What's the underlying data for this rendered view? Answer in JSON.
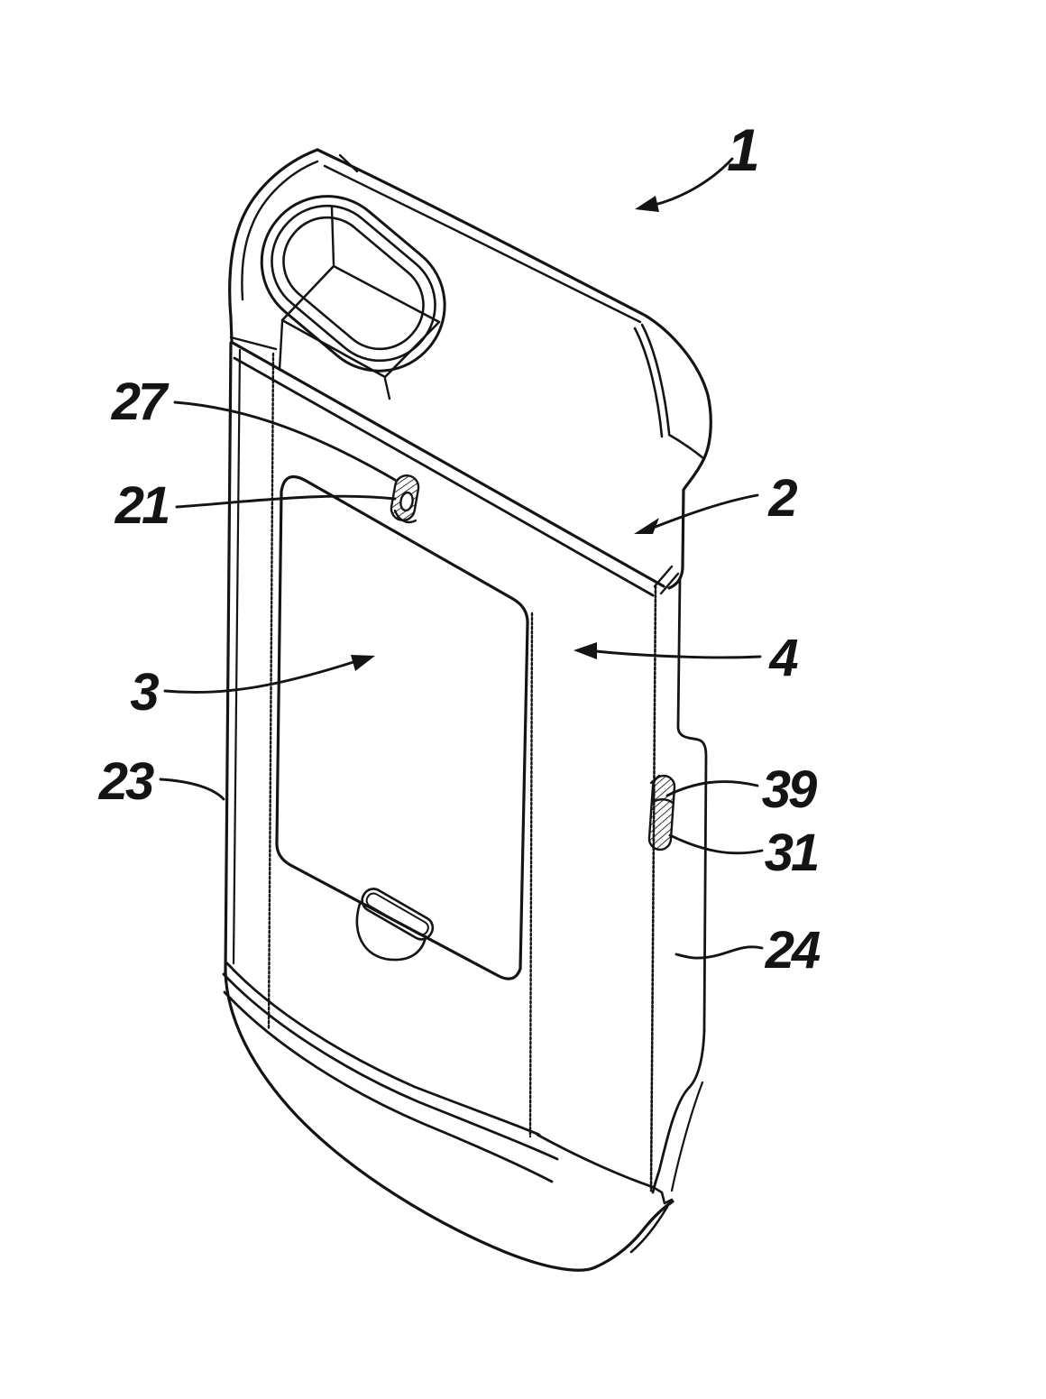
{
  "figure": {
    "kind": "patent-style line drawing",
    "view": "perspective view of a protective case assembly with camera opening, screen window, side button and bottom cap",
    "background_color": "#ffffff",
    "line_color": "#141414"
  },
  "labels": [
    {
      "text": "1",
      "has_arrowhead": true,
      "points_to": "overall assembly"
    },
    {
      "text": "2",
      "has_arrowhead": true,
      "points_to": "top cover"
    },
    {
      "text": "3",
      "has_arrowhead": true,
      "points_to": "front window opening"
    },
    {
      "text": "4",
      "has_arrowhead": true,
      "points_to": "front shell surface"
    },
    {
      "text": "21",
      "has_arrowhead": false,
      "points_to": "switch opening"
    },
    {
      "text": "23",
      "has_arrowhead": false,
      "points_to": "left sidewall"
    },
    {
      "text": "24",
      "has_arrowhead": false,
      "points_to": "lower back shell"
    },
    {
      "text": "27",
      "has_arrowhead": false,
      "points_to": "small top button"
    },
    {
      "text": "31",
      "has_arrowhead": false,
      "points_to": "side button"
    },
    {
      "text": "39",
      "has_arrowhead": false,
      "points_to": "side button seat"
    }
  ]
}
